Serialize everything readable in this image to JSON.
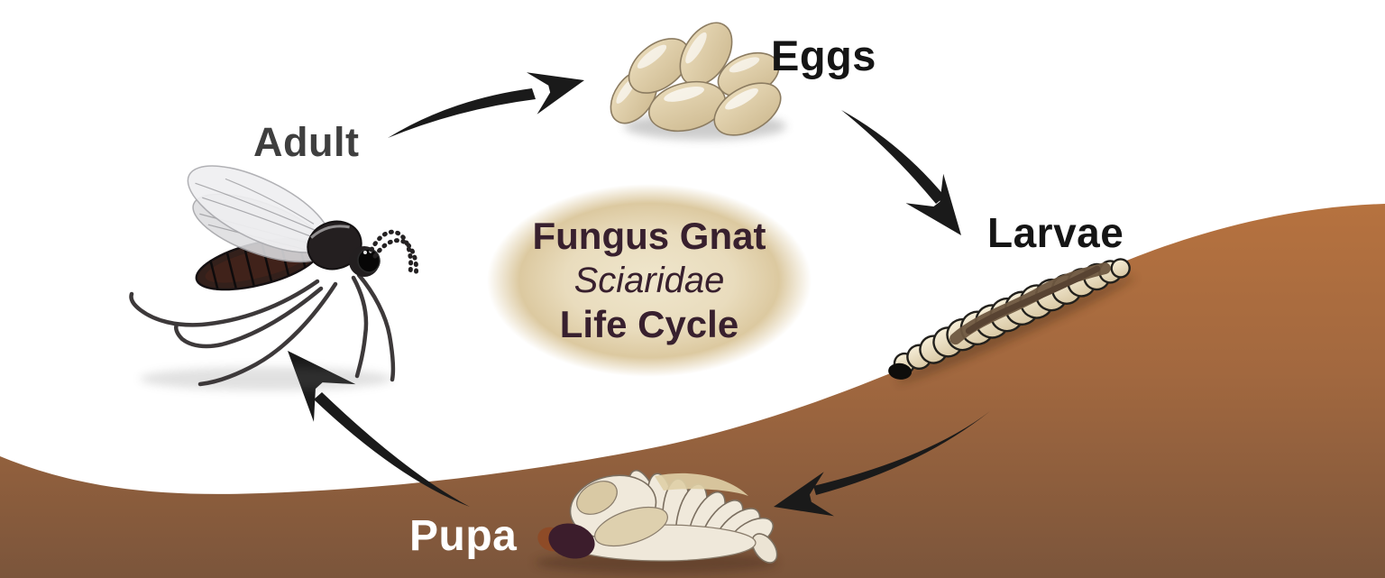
{
  "title": {
    "species": "Fungus Gnat",
    "family": "Sciaridae",
    "subtitle": "Life Cycle"
  },
  "stages": {
    "eggs": {
      "label": "Eggs"
    },
    "larvae": {
      "label": "Larvae"
    },
    "pupa": {
      "label": "Pupa"
    },
    "adult": {
      "label": "Adult"
    }
  },
  "cycle_order": [
    "Adult",
    "Eggs",
    "Larvae",
    "Pupa"
  ],
  "colors": {
    "background": "#ffffff",
    "soil_top": "#b6723f",
    "soil_bottom": "#7b553b",
    "title_ellipse_fill": "#e9dcbd",
    "title_text": "#38202e",
    "label_dark": "#151515",
    "label_adult": "#3f3f3f",
    "label_pupa": "#ffffff",
    "arrow": "#1a1a1a",
    "egg_fill": "#e6d7b5",
    "larva_body": "#f2e8d0",
    "larva_gut": "#6e5740",
    "pupa_body": "#f0e9db",
    "pupa_head": "#3c1d2c",
    "gnat_body": "#241f20",
    "wing_fill": "#ededef"
  }
}
